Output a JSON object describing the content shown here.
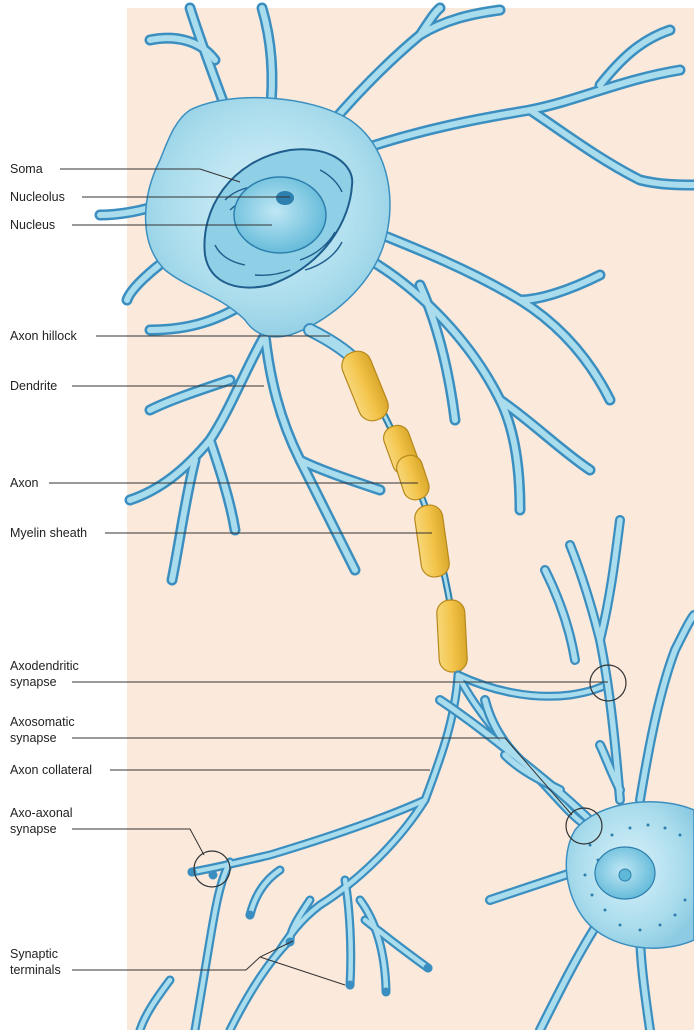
{
  "labels": {
    "soma": "Soma",
    "nucleolus": "Nucleolus",
    "nucleus": "Nucleus",
    "axon_hillock": "Axon hillock",
    "dendrite": "Dendrite",
    "axon": "Axon",
    "myelin_sheath": "Myelin sheath",
    "axodendritic_1": "Axodendritic",
    "axodendritic_2": "synapse",
    "axosomatic_1": "Axosomatic",
    "axosomatic_2": "synapse",
    "axon_collateral": "Axon collateral",
    "axoaxonal_1": "Axo-axonal",
    "axoaxonal_2": "synapse",
    "synaptic_1": "Synaptic",
    "synaptic_2": "terminals"
  },
  "colors": {
    "background": "#fbe9dc",
    "neuron_fill": "#a9dcec",
    "neuron_stroke": "#3b8fc0",
    "myelin": "#f3c44a",
    "leader": "#333333"
  }
}
